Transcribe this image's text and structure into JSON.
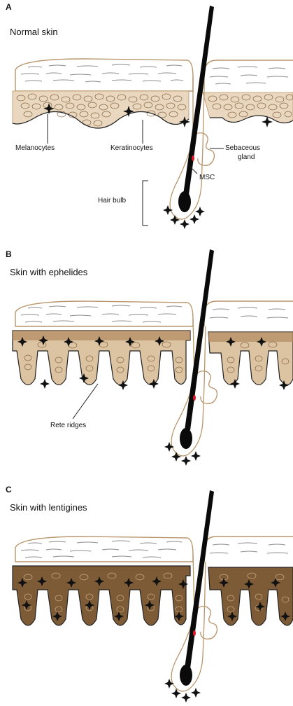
{
  "panels": [
    {
      "letter": "A",
      "title": "Normal skin",
      "labels": {
        "melanocytes": "Melanocytes",
        "keratinocytes": "Keratinocytes",
        "sebaceous_line1": "Sebaceous",
        "sebaceous_line2": "gland",
        "msc": "MSC",
        "hair_bulb": "Hair bulb"
      }
    },
    {
      "letter": "B",
      "title": "Skin with ephelides",
      "labels": {
        "rete_ridges": "Rete ridges"
      }
    },
    {
      "letter": "C",
      "title": "Skin with lentigines"
    }
  ],
  "colors": {
    "outline_tan": "#b8956a",
    "keratinocyte_light": "#d9bd9a",
    "keratinocyte_dark": "#8a6a45",
    "melanin_light": "#c8a57c",
    "melanin_dark": "#7a5a3a",
    "hair": "#0a0a0a",
    "stem_cell": "#d81b2a"
  }
}
